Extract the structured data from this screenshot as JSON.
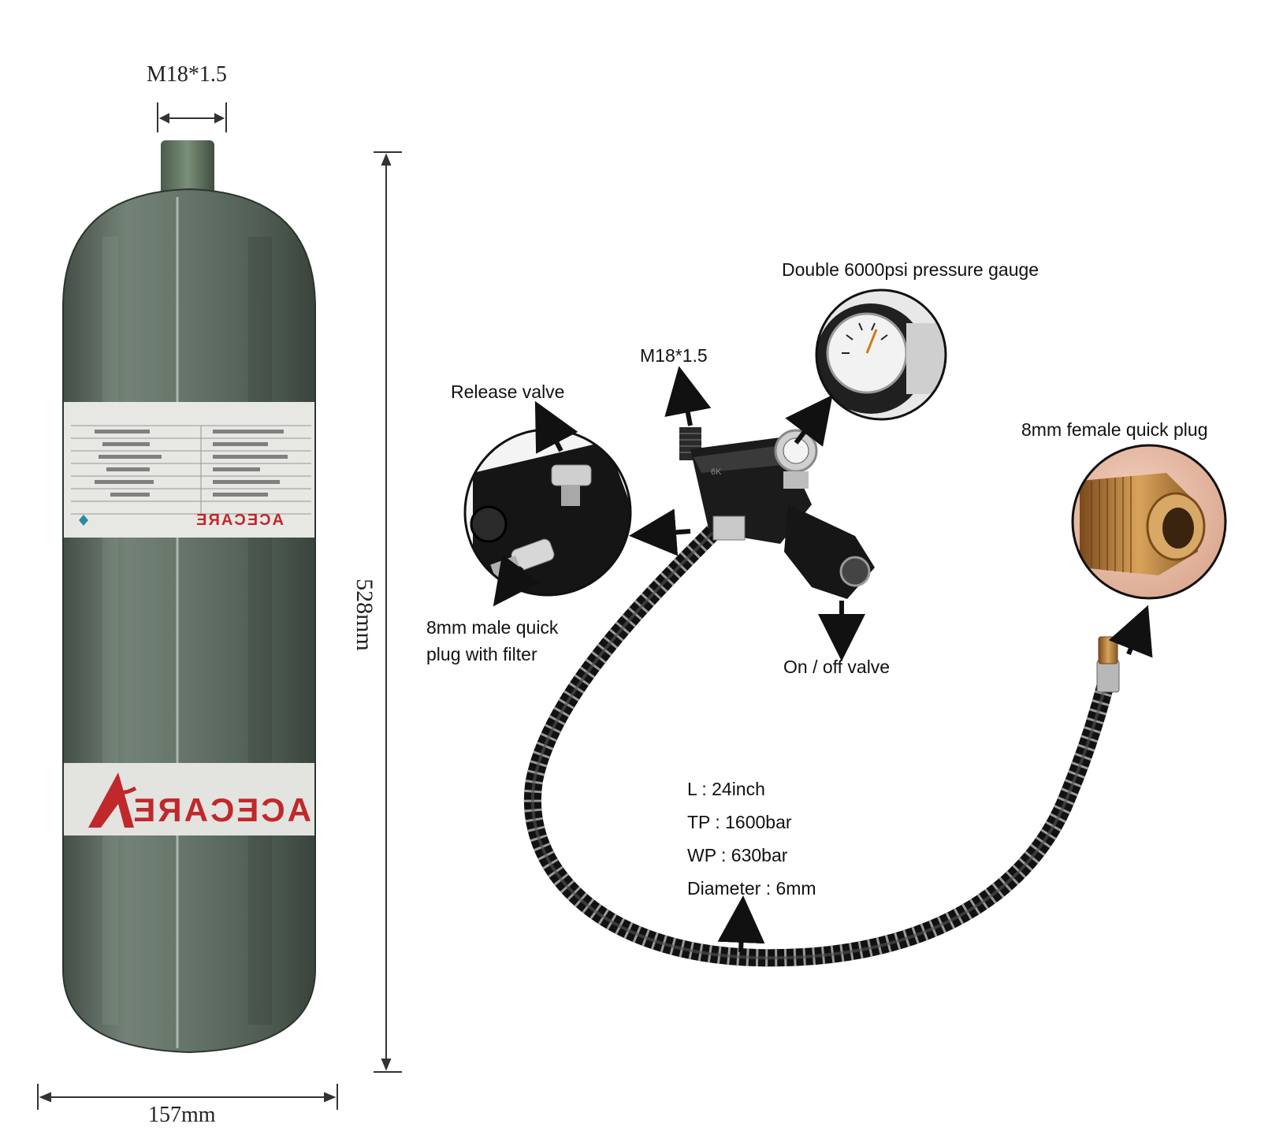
{
  "title": "",
  "cylinder": {
    "thread_label": "M18*1.5",
    "height_label": "528mm",
    "width_label": "157mm",
    "brand_text": "ACECARE",
    "band_text": "ACECARE"
  },
  "callouts": {
    "gauge": "Double 6000psi pressure gauge",
    "valve_thread": "M18*1.5",
    "release_valve": "Release valve",
    "female_plug": "8mm female quick plug",
    "male_plug_line1": "8mm male quick",
    "male_plug_line2": "plug with filter",
    "on_off": "On / off valve"
  },
  "hose_specs": [
    "L : 24inch",
    "TP : 1600bar",
    "WP : 630bar",
    "Diameter : 6mm"
  ],
  "colors": {
    "cylinder": "#5a6b5e",
    "cylinder_dark": "#3c4a40",
    "label_band": "#e6e6e2",
    "brand_red": "#c0282c",
    "valve_black": "#1a1a1a",
    "brass": "#b8863c",
    "arrow": "#111111"
  }
}
